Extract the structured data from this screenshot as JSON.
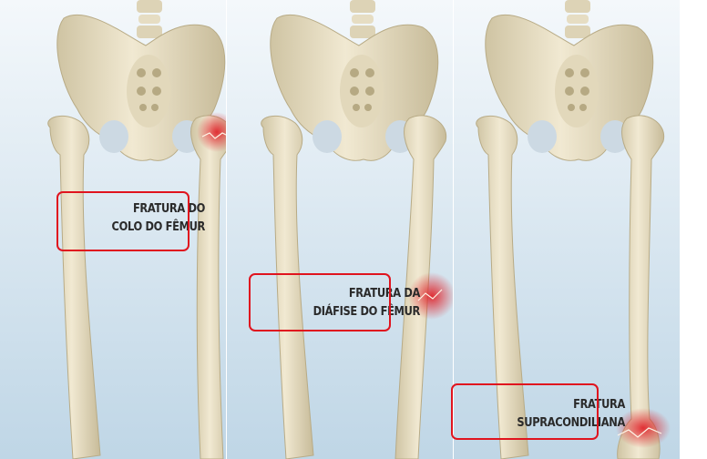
{
  "panels": [
    {
      "label_line1": "FRATURA DO",
      "label_line2": "COLO DO FÊMUR"
    },
    {
      "label_line1": "FRATURA DA",
      "label_line2": "DIÁFISE DO FÊMUR"
    },
    {
      "label_line1": "FRATURA",
      "label_line2": "SUPRACONDILIANA"
    }
  ],
  "colors": {
    "bone": "#ece3c8",
    "bone_shadow": "#c9bd9c",
    "background_top": "#f4f8fb",
    "background_bottom": "#bfd6e6",
    "fracture_highlight": "#e0262c",
    "annotation_box": "#e0141e"
  }
}
